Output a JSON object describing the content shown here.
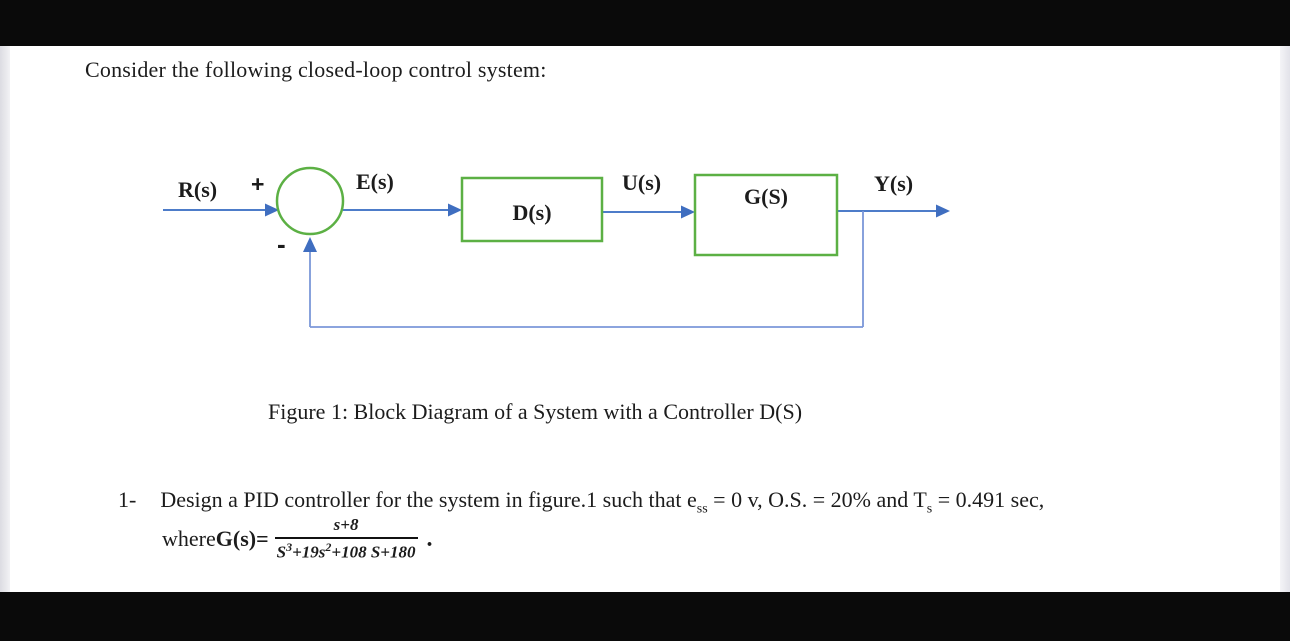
{
  "page": {
    "heading": "Consider the following closed-loop control system:",
    "caption": "Figure 1: Block Diagram of a System with a Controller D(S)"
  },
  "diagram": {
    "labels": {
      "input": "R(s)",
      "plus": "+",
      "minus": "-",
      "error": "E(s)",
      "controller": "D(s)",
      "control": "U(s)",
      "plant": "G(S)",
      "output": "Y(s)"
    },
    "colors": {
      "block_stroke": "#5cb044",
      "line": "#4d7cc9",
      "arrowhead": "#3f6ec0",
      "feedback_line": "#7b97d9"
    }
  },
  "task": {
    "number": "1-",
    "part1": "Design a PID controller for the system in figure.1 such that e",
    "sub1": "ss",
    "part2": " = 0 v, O.S. = 20% and T",
    "sub2": "s",
    "part3": " = 0.491 sec,",
    "where": "where ",
    "gs": "G(s)",
    "eq": " = ",
    "numerator": "s+8",
    "den1": "S",
    "densup1": "3",
    "den2": "+19s",
    "densup2": "2",
    "den3": "+108 S+180",
    "period": "."
  }
}
